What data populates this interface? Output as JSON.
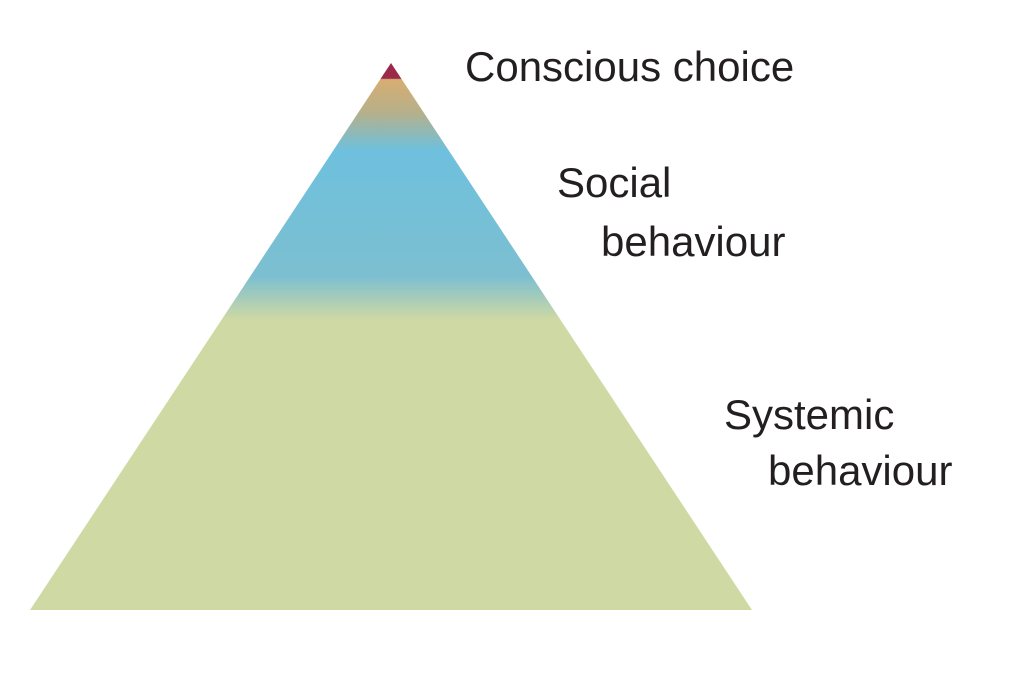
{
  "title": "Behaviour pyramid",
  "levels": [
    {
      "label_lines": [
        "Conscious choice"
      ],
      "color": "#9b2a4a"
    },
    {
      "label_lines": [
        "Social",
        "behaviour"
      ],
      "color": "#6ec0de"
    },
    {
      "label_lines": [
        "Systemic",
        "behaviour"
      ],
      "color": "#cfd9a3"
    }
  ],
  "transition_color": "#d8ad72"
}
